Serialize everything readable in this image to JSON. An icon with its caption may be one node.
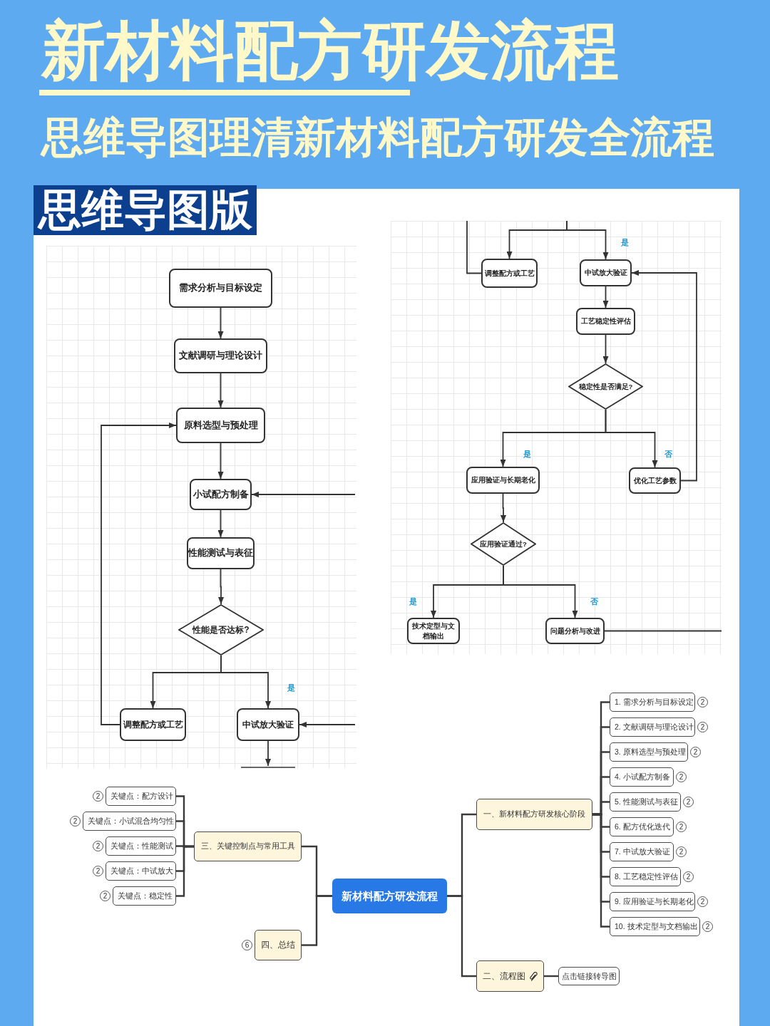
{
  "diagram": {
    "title": "新材料配方研发流程",
    "nodes": [
      {
        "text": [
          "需求分析与目标设定"
        ]
      },
      {
        "text": [
          "文献调研与理论设计"
        ]
      },
      {
        "text": [
          "原料选型与预处理"
        ]
      },
      {
        "text": [
          "小试配方制备"
        ]
      },
      {
        "text": [
          "性能测试与表征"
        ]
      },
      {
        "text": [
          "性能是否达标?"
        ]
      },
      {
        "text": [
          "调整配方或工艺"
        ]
      },
      {
        "text": [
          "中试放大验证"
        ]
      },
      {
        "text": [
          "调整配方或工艺"
        ]
      },
      {
        "text": [
          "中试放大验证"
        ]
      },
      {
        "text": [
          "工艺稳定性评估"
        ]
      },
      {
        "text": [
          "稳定性是否满足?"
        ]
      },
      {
        "text": [
          "应用验证与长期老化"
        ]
      },
      {
        "text": [
          "优化工艺参数"
        ]
      },
      {
        "text": [
          "应用验证通过?"
        ]
      },
      {
        "text": [
          "技术定型与文档输出"
        ]
      },
      {
        "text": [
          "问题分析与改进"
        ]
      },
      {
        "text": [
          "新材料配方研发流程"
        ]
      },
      {
        "text": [
          "一、新材料配方研发核心阶段"
        ]
      },
      {
        "text": [
          "1. 需求分析与目标设定"
        ],
        "beside": [
          "2"
        ]
      },
      {
        "text": [
          "2. 文献调研与理论设计"
        ],
        "beside": [
          "2"
        ]
      },
      {
        "text": [
          "3. 原料选型与预处理"
        ],
        "beside": [
          "2"
        ]
      },
      {
        "text": [
          "4. 小试配方制备"
        ],
        "beside": [
          "2"
        ]
      },
      {
        "text": [
          "5. 性能测试与表征"
        ],
        "beside": [
          "2"
        ]
      },
      {
        "text": [
          "6. 配方优化迭代"
        ],
        "beside": [
          "2"
        ]
      },
      {
        "text": [
          "7. 中试放大验证"
        ],
        "beside": [
          "2"
        ]
      },
      {
        "text": [
          "8. 工艺稳定性评估"
        ],
        "beside": [
          "2"
        ]
      },
      {
        "text": [
          "9. 应用验证与长期老化"
        ],
        "beside": [
          "2"
        ]
      },
      {
        "text": [
          "10. 技术定型与文档输出"
        ],
        "beside": [
          "2"
        ]
      },
      {
        "text": [
          "二、流程图"
        ]
      },
      {
        "text": [
          "点击链接转导图"
        ]
      },
      {
        "text": [
          "三、关键控制点与常用工具"
        ]
      },
      {
        "text": [
          "关键点：配方设计"
        ],
        "beside": [
          "2"
        ]
      },
      {
        "text": [
          "关键点：小试混合均匀性"
        ],
        "beside": [
          "2"
        ]
      },
      {
        "text": [
          "关键点：性能测试"
        ],
        "beside": [
          "2"
        ]
      },
      {
        "text": [
          "关键点：中试放大"
        ],
        "beside": [
          "2"
        ]
      },
      {
        "text": [
          "关键点：稳定性"
        ],
        "beside": [
          "2"
        ]
      },
      {
        "text": [
          "四、总结"
        ],
        "beside": [
          "6"
        ]
      }
    ],
    "edges": [
      {
        "from": 0,
        "to": 1,
        "arrow": "to"
      },
      {
        "from": 1,
        "to": 2,
        "arrow": "to"
      },
      {
        "from": 2,
        "to": 3,
        "arrow": "to"
      },
      {
        "from": 3,
        "to": 4,
        "arrow": "to"
      },
      {
        "from": 4,
        "to": 5,
        "arrow": "to"
      },
      {
        "from": 5,
        "to": 6,
        "arrow": "to"
      },
      {
        "from": 5,
        "to": 7,
        "arrow": "to",
        "label": "是"
      },
      {
        "from": 6,
        "to": 2,
        "arrow": "to"
      },
      {
        "from": null,
        "to": 3,
        "arrow": "to"
      },
      {
        "from": null,
        "to": 7,
        "arrow": "to"
      },
      {
        "from": 7,
        "to": null,
        "arrow": "to"
      },
      {
        "from": 8,
        "to": null,
        "arrow": "none"
      },
      {
        "from": null,
        "to": 8,
        "arrow": "to"
      },
      {
        "from": null,
        "to": 9,
        "arrow": "to",
        "label": "是"
      },
      {
        "from": 9,
        "to": 10,
        "arrow": "to"
      },
      {
        "from": 10,
        "to": 11,
        "arrow": "to"
      },
      {
        "from": 11,
        "to": 12,
        "arrow": "to",
        "label": "是"
      },
      {
        "from": 11,
        "to": 13,
        "arrow": "to",
        "label": "否"
      },
      {
        "from": 13,
        "to": 9,
        "arrow": "to"
      },
      {
        "from": 12,
        "to": 14,
        "arrow": "to"
      },
      {
        "from": 14,
        "to": 15,
        "arrow": "to",
        "label": "是"
      },
      {
        "from": 14,
        "to": 16,
        "arrow": "to",
        "label": "否"
      },
      {
        "from": 16,
        "to": null,
        "arrow": "none"
      },
      {
        "from": 17,
        "to": 18,
        "arrow": "none"
      },
      {
        "from": 18,
        "to": 19,
        "arrow": "none"
      },
      {
        "from": 18,
        "to": 20,
        "arrow": "none"
      },
      {
        "from": 18,
        "to": 21,
        "arrow": "none"
      },
      {
        "from": 18,
        "to": 22,
        "arrow": "none"
      },
      {
        "from": 18,
        "to": 23,
        "arrow": "none"
      },
      {
        "from": 18,
        "to": 24,
        "arrow": "none"
      },
      {
        "from": 18,
        "to": 25,
        "arrow": "none"
      },
      {
        "from": 18,
        "to": 26,
        "arrow": "none"
      },
      {
        "from": 18,
        "to": 27,
        "arrow": "none"
      },
      {
        "from": 18,
        "to": 28,
        "arrow": "none"
      },
      {
        "from": 17,
        "to": 29,
        "arrow": "none"
      },
      {
        "from": 29,
        "to": 30,
        "arrow": "none"
      },
      {
        "from": 17,
        "to": 31,
        "arrow": "none"
      },
      {
        "from": 31,
        "to": 32,
        "arrow": "none"
      },
      {
        "from": 31,
        "to": 33,
        "arrow": "none"
      },
      {
        "from": 31,
        "to": 34,
        "arrow": "none"
      },
      {
        "from": 31,
        "to": 35,
        "arrow": "none"
      },
      {
        "from": 31,
        "to": 36,
        "arrow": "none"
      },
      {
        "from": 17,
        "to": 37,
        "arrow": "none"
      }
    ],
    "labels": [
      "思维导图理清新材料配方研发全流程",
      "思维导图版"
    ]
  }
}
